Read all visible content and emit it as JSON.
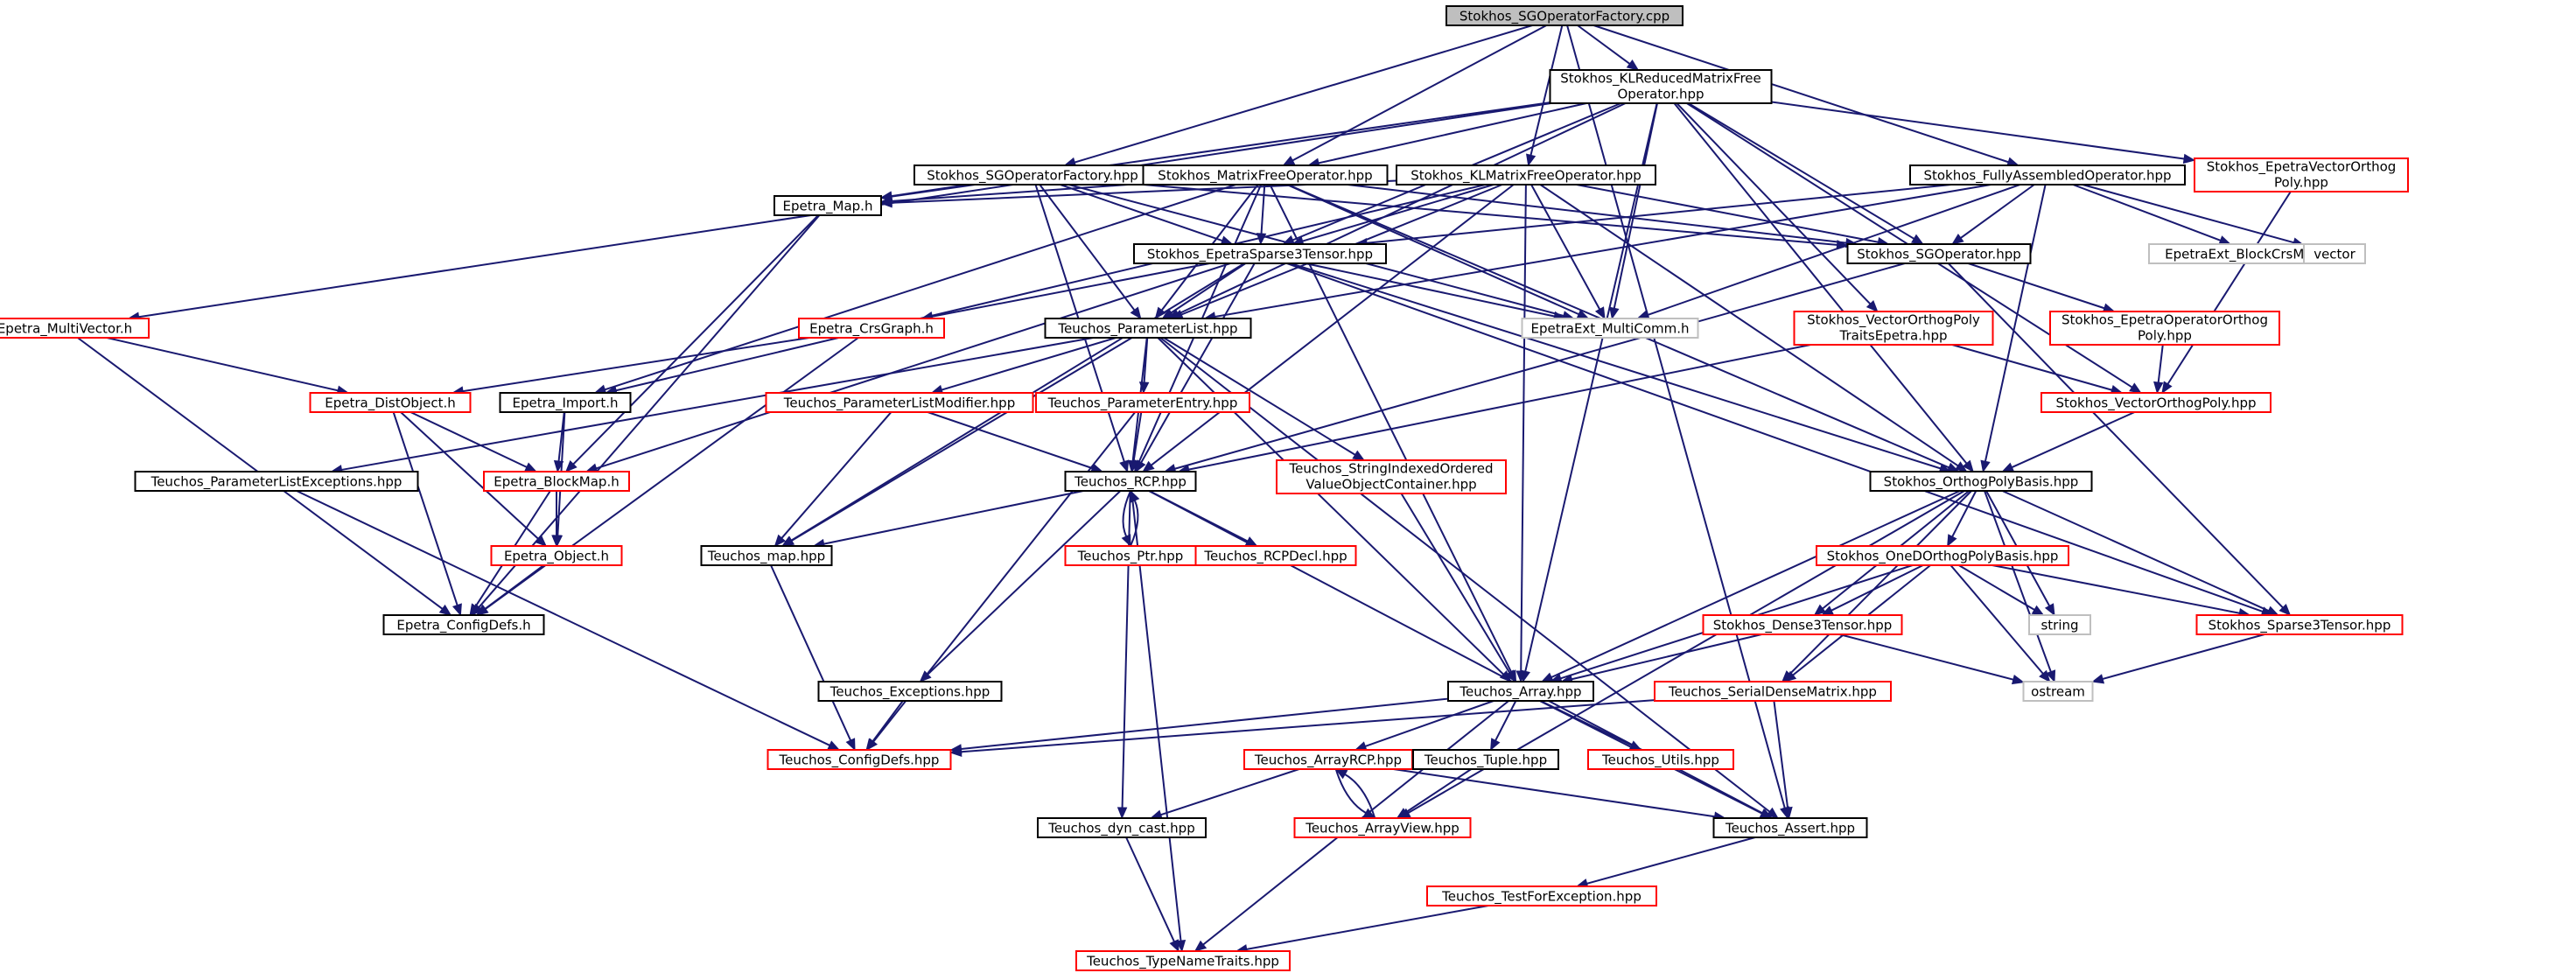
{
  "diagram": {
    "title": "",
    "colors": {
      "edge": "#191970",
      "root_fill": "#bfbfbf",
      "documented_border": "#000000",
      "undocumented_border": "#ff0000",
      "external_border": "#bfbfbf"
    },
    "nodes": [
      {
        "id": "root",
        "lines": [
          "Stokhos_SGOperatorFactory.cpp"
        ],
        "style": "root"
      },
      {
        "id": "klreduced",
        "lines": [
          "Stokhos_KLReducedMatrixFree",
          "Operator.hpp"
        ],
        "style": "black"
      },
      {
        "id": "sgfactory",
        "lines": [
          "Stokhos_SGOperatorFactory.hpp"
        ],
        "style": "black"
      },
      {
        "id": "mfop",
        "lines": [
          "Stokhos_MatrixFreeOperator.hpp"
        ],
        "style": "black"
      },
      {
        "id": "klmf",
        "lines": [
          "Stokhos_KLMatrixFreeOperator.hpp"
        ],
        "style": "black"
      },
      {
        "id": "fullyassembled",
        "lines": [
          "Stokhos_FullyAssembledOperator.hpp"
        ],
        "style": "black"
      },
      {
        "id": "epetravecop",
        "lines": [
          "Stokhos_EpetraVectorOrthog",
          "Poly.hpp"
        ],
        "style": "red"
      },
      {
        "id": "epetramap",
        "lines": [
          "Epetra_Map.h"
        ],
        "style": "black"
      },
      {
        "id": "epsparse3",
        "lines": [
          "Stokhos_EpetraSparse3Tensor.hpp"
        ],
        "style": "black"
      },
      {
        "id": "sgop",
        "lines": [
          "Stokhos_SGOperator.hpp"
        ],
        "style": "black"
      },
      {
        "id": "bcrs",
        "lines": [
          "EpetraExt_BlockCrsMatrix.h"
        ],
        "style": "gray"
      },
      {
        "id": "vector",
        "lines": [
          "vector"
        ],
        "style": "gray"
      },
      {
        "id": "multivector",
        "lines": [
          "Epetra_MultiVector.h"
        ],
        "style": "red"
      },
      {
        "id": "crsgraph",
        "lines": [
          "Epetra_CrsGraph.h"
        ],
        "style": "red"
      },
      {
        "id": "paramlist",
        "lines": [
          "Teuchos_ParameterList.hpp"
        ],
        "style": "black"
      },
      {
        "id": "multicomm",
        "lines": [
          "EpetraExt_MultiComm.h"
        ],
        "style": "gray"
      },
      {
        "id": "vopte",
        "lines": [
          "Stokhos_VectorOrthogPoly",
          "TraitsEpetra.hpp"
        ],
        "style": "red"
      },
      {
        "id": "epopop",
        "lines": [
          "Stokhos_EpetraOperatorOrthog",
          "Poly.hpp"
        ],
        "style": "red"
      },
      {
        "id": "distobject",
        "lines": [
          "Epetra_DistObject.h"
        ],
        "style": "red"
      },
      {
        "id": "eimport",
        "lines": [
          "Epetra_Import.h"
        ],
        "style": "black"
      },
      {
        "id": "plmodifier",
        "lines": [
          "Teuchos_ParameterListModifier.hpp"
        ],
        "style": "red"
      },
      {
        "id": "paramentry",
        "lines": [
          "Teuchos_ParameterEntry.hpp"
        ],
        "style": "red"
      },
      {
        "id": "vop",
        "lines": [
          "Stokhos_VectorOrthogPoly.hpp"
        ],
        "style": "red"
      },
      {
        "id": "plexceptions",
        "lines": [
          "Teuchos_ParameterListExceptions.hpp"
        ],
        "style": "black"
      },
      {
        "id": "blockmap",
        "lines": [
          "Epetra_BlockMap.h"
        ],
        "style": "red"
      },
      {
        "id": "rcp",
        "lines": [
          "Teuchos_RCP.hpp"
        ],
        "style": "black"
      },
      {
        "id": "strindexed",
        "lines": [
          "Teuchos_StringIndexedOrdered",
          "ValueObjectContainer.hpp"
        ],
        "style": "red"
      },
      {
        "id": "orthopoly",
        "lines": [
          "Stokhos_OrthogPolyBasis.hpp"
        ],
        "style": "black"
      },
      {
        "id": "mapdef",
        "lines": [
          "Teuchos_map.hpp"
        ],
        "style": "black"
      },
      {
        "id": "eobject",
        "lines": [
          "Epetra_Object.h"
        ],
        "style": "red"
      },
      {
        "id": "ptr",
        "lines": [
          "Teuchos_Ptr.hpp"
        ],
        "style": "red"
      },
      {
        "id": "rcpdecl",
        "lines": [
          "Teuchos_RCPDecl.hpp"
        ],
        "style": "red"
      },
      {
        "id": "onedortho",
        "lines": [
          "Stokhos_OneDOrthogPolyBasis.hpp"
        ],
        "style": "red"
      },
      {
        "id": "econfig",
        "lines": [
          "Epetra_ConfigDefs.h"
        ],
        "style": "black"
      },
      {
        "id": "dense3",
        "lines": [
          "Stokhos_Dense3Tensor.hpp"
        ],
        "style": "red"
      },
      {
        "id": "string",
        "lines": [
          "string"
        ],
        "style": "gray"
      },
      {
        "id": "sparse3",
        "lines": [
          "Stokhos_Sparse3Tensor.hpp"
        ],
        "style": "red"
      },
      {
        "id": "texceptions",
        "lines": [
          "Teuchos_Exceptions.hpp"
        ],
        "style": "black"
      },
      {
        "id": "tarray",
        "lines": [
          "Teuchos_Array.hpp"
        ],
        "style": "black"
      },
      {
        "id": "serialdense",
        "lines": [
          "Teuchos_SerialDenseMatrix.hpp"
        ],
        "style": "red"
      },
      {
        "id": "ostream",
        "lines": [
          "ostream"
        ],
        "style": "gray"
      },
      {
        "id": "tconfig",
        "lines": [
          "Teuchos_ConfigDefs.hpp"
        ],
        "style": "red"
      },
      {
        "id": "arrayrcp",
        "lines": [
          "Teuchos_ArrayRCP.hpp"
        ],
        "style": "red"
      },
      {
        "id": "ttuple",
        "lines": [
          "Teuchos_Tuple.hpp"
        ],
        "style": "black"
      },
      {
        "id": "tutils",
        "lines": [
          "Teuchos_Utils.hpp"
        ],
        "style": "red"
      },
      {
        "id": "dyncast",
        "lines": [
          "Teuchos_dyn_cast.hpp"
        ],
        "style": "black"
      },
      {
        "id": "arrayview",
        "lines": [
          "Teuchos_ArrayView.hpp"
        ],
        "style": "red"
      },
      {
        "id": "tassert",
        "lines": [
          "Teuchos_Assert.hpp"
        ],
        "style": "black"
      },
      {
        "id": "testforexc",
        "lines": [
          "Teuchos_TestForException.hpp"
        ],
        "style": "red"
      },
      {
        "id": "typename",
        "lines": [
          "Teuchos_TypeNameTraits.hpp"
        ],
        "style": "red"
      }
    ],
    "edges": [
      [
        "root",
        "klreduced"
      ],
      [
        "root",
        "sgfactory"
      ],
      [
        "root",
        "mfop"
      ],
      [
        "root",
        "klmf"
      ],
      [
        "root",
        "fullyassembled"
      ],
      [
        "root",
        "tassert"
      ],
      [
        "klreduced",
        "epetramap"
      ],
      [
        "klreduced",
        "multivector"
      ],
      [
        "klreduced",
        "paramlist"
      ],
      [
        "klreduced",
        "mfop"
      ],
      [
        "klreduced",
        "epsparse3"
      ],
      [
        "klreduced",
        "multicomm"
      ],
      [
        "klreduced",
        "tarray"
      ],
      [
        "klreduced",
        "vopte"
      ],
      [
        "klreduced",
        "sgop"
      ],
      [
        "klreduced",
        "epetravecop"
      ],
      [
        "klreduced",
        "vop"
      ],
      [
        "klreduced",
        "orthopoly"
      ],
      [
        "sgfactory",
        "epetramap"
      ],
      [
        "sgfactory",
        "paramlist"
      ],
      [
        "sgfactory",
        "rcp"
      ],
      [
        "sgfactory",
        "epsparse3"
      ],
      [
        "sgfactory",
        "sgop"
      ],
      [
        "sgfactory",
        "multicomm"
      ],
      [
        "mfop",
        "epetramap"
      ],
      [
        "mfop",
        "paramlist"
      ],
      [
        "mfop",
        "epsparse3"
      ],
      [
        "mfop",
        "rcp"
      ],
      [
        "mfop",
        "multicomm"
      ],
      [
        "mfop",
        "sgop"
      ],
      [
        "mfop",
        "orthopoly"
      ],
      [
        "mfop",
        "eimport"
      ],
      [
        "mfop",
        "tarray"
      ],
      [
        "klmf",
        "epetramap"
      ],
      [
        "klmf",
        "epsparse3"
      ],
      [
        "klmf",
        "paramlist"
      ],
      [
        "klmf",
        "sgop"
      ],
      [
        "klmf",
        "multicomm"
      ],
      [
        "klmf",
        "orthopoly"
      ],
      [
        "klmf",
        "tarray"
      ],
      [
        "klmf",
        "eimport"
      ],
      [
        "klmf",
        "rcp"
      ],
      [
        "fullyassembled",
        "sgop"
      ],
      [
        "fullyassembled",
        "bcrs"
      ],
      [
        "fullyassembled",
        "vector"
      ],
      [
        "fullyassembled",
        "epsparse3"
      ],
      [
        "fullyassembled",
        "paramlist"
      ],
      [
        "fullyassembled",
        "multicomm"
      ],
      [
        "fullyassembled",
        "orthopoly"
      ],
      [
        "epetravecop",
        "vop"
      ],
      [
        "epetramap",
        "blockmap"
      ],
      [
        "epetramap",
        "econfig"
      ],
      [
        "epsparse3",
        "crsgraph"
      ],
      [
        "epsparse3",
        "paramlist"
      ],
      [
        "epsparse3",
        "rcp"
      ],
      [
        "epsparse3",
        "multicomm"
      ],
      [
        "epsparse3",
        "orthopoly"
      ],
      [
        "epsparse3",
        "sparse3"
      ],
      [
        "epsparse3",
        "mapdef"
      ],
      [
        "epsparse3",
        "blockmap"
      ],
      [
        "sgop",
        "epopop"
      ],
      [
        "sgop",
        "rcp"
      ],
      [
        "sgop",
        "sparse3"
      ],
      [
        "multivector",
        "distobject"
      ],
      [
        "multivector",
        "econfig"
      ],
      [
        "crsgraph",
        "distobject"
      ],
      [
        "crsgraph",
        "econfig"
      ],
      [
        "paramlist",
        "plexceptions"
      ],
      [
        "paramlist",
        "plmodifier"
      ],
      [
        "paramlist",
        "paramentry"
      ],
      [
        "paramlist",
        "rcp"
      ],
      [
        "paramlist",
        "strindexed"
      ],
      [
        "paramlist",
        "mapdef"
      ],
      [
        "paramlist",
        "tarray"
      ],
      [
        "paramlist",
        "tassert"
      ],
      [
        "vopte",
        "vop"
      ],
      [
        "vopte",
        "rcp"
      ],
      [
        "epopop",
        "vop"
      ],
      [
        "distobject",
        "blockmap"
      ],
      [
        "distobject",
        "eobject"
      ],
      [
        "distobject",
        "econfig"
      ],
      [
        "eimport",
        "blockmap"
      ],
      [
        "eimport",
        "eobject"
      ],
      [
        "plmodifier",
        "rcp"
      ],
      [
        "plmodifier",
        "mapdef"
      ],
      [
        "paramentry",
        "rcp"
      ],
      [
        "paramentry",
        "tconfig"
      ],
      [
        "vop",
        "orthopoly"
      ],
      [
        "plexceptions",
        "tconfig"
      ],
      [
        "blockmap",
        "eobject"
      ],
      [
        "blockmap",
        "econfig"
      ],
      [
        "rcp",
        "ptr"
      ],
      [
        "rcp",
        "rcpdecl"
      ],
      [
        "rcp",
        "mapdef"
      ],
      [
        "rcp",
        "texceptions"
      ],
      [
        "rcp",
        "dyncast"
      ],
      [
        "rcp",
        "typename"
      ],
      [
        "rcp",
        "tassert"
      ],
      [
        "ptr",
        "rcp"
      ],
      [
        "strindexed",
        "tarray"
      ],
      [
        "orthopoly",
        "onedortho"
      ],
      [
        "orthopoly",
        "dense3"
      ],
      [
        "orthopoly",
        "string"
      ],
      [
        "orthopoly",
        "sparse3"
      ],
      [
        "orthopoly",
        "serialdense"
      ],
      [
        "orthopoly",
        "ostream"
      ],
      [
        "orthopoly",
        "tarray"
      ],
      [
        "orthopoly",
        "arrayview"
      ],
      [
        "mapdef",
        "tconfig"
      ],
      [
        "eobject",
        "econfig"
      ],
      [
        "onedortho",
        "dense3"
      ],
      [
        "onedortho",
        "string"
      ],
      [
        "onedortho",
        "sparse3"
      ],
      [
        "onedortho",
        "ostream"
      ],
      [
        "onedortho",
        "serialdense"
      ],
      [
        "onedortho",
        "tarray"
      ],
      [
        "dense3",
        "tarray"
      ],
      [
        "dense3",
        "ostream"
      ],
      [
        "sparse3",
        "ostream"
      ],
      [
        "texceptions",
        "tconfig"
      ],
      [
        "tarray",
        "tconfig"
      ],
      [
        "tarray",
        "arrayrcp"
      ],
      [
        "tarray",
        "ttuple"
      ],
      [
        "tarray",
        "tutils"
      ],
      [
        "tarray",
        "tassert"
      ],
      [
        "tarray",
        "typename"
      ],
      [
        "serialdense",
        "tconfig"
      ],
      [
        "serialdense",
        "tassert"
      ],
      [
        "arrayrcp",
        "arrayview"
      ],
      [
        "arrayrcp",
        "dyncast"
      ],
      [
        "arrayrcp",
        "tassert"
      ],
      [
        "ttuple",
        "arrayview"
      ],
      [
        "arrayview",
        "arrayrcp"
      ],
      [
        "dyncast",
        "typename"
      ],
      [
        "tassert",
        "testforexc"
      ],
      [
        "testforexc",
        "typename"
      ]
    ]
  }
}
